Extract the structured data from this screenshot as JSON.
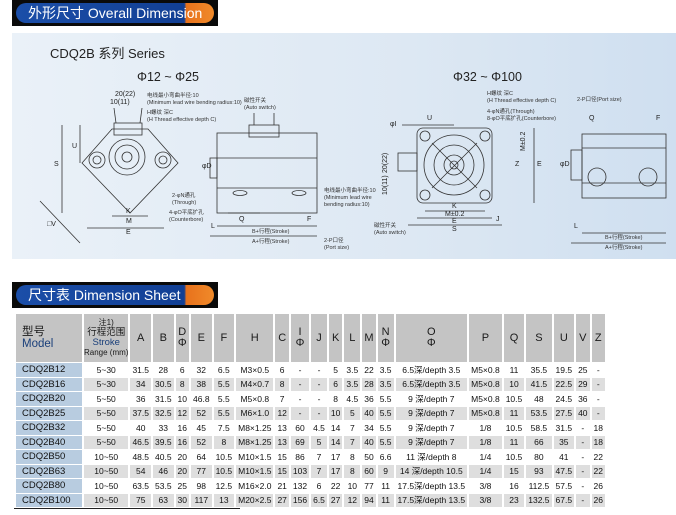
{
  "sections": {
    "overall": "外形尺寸  Overall Dimension",
    "sheet": "尺寸表  Dimension Sheet"
  },
  "drawing": {
    "series": "CDQ2B 系列 Series",
    "range_small": "Φ12 ~ Φ25",
    "range_large": "Φ32 ~ Φ100",
    "small": {
      "d20": "20(22)",
      "d10": "10(11)",
      "lead": "电线最小弯曲半径:10",
      "lead_en": "(Minimum lead wire bending radius:10)",
      "hthread": "H螺纹 深C",
      "hthread_en": "(H Thread effective depth C)",
      "auto": "磁性开关",
      "auto_en": "(Auto switch)",
      "through": "2-φN通孔",
      "through_en": "(Through)",
      "cbore": "4-φO平底扩孔",
      "cbore_en": "(Counterbore)",
      "U": "U",
      "S": "S",
      "K": "K",
      "M": "M",
      "E": "E",
      "CV": "□V",
      "D": "φD",
      "Q": "Q",
      "F": "F",
      "L": "L",
      "bstroke": "B+行程(Stroke)",
      "astroke": "A+行程(Stroke)",
      "lead2": "电线最小弯曲半径:10",
      "lead2_en": "(Minimum lead wire",
      "lead2_en2": "bending radius:10)",
      "port": "2-P口径",
      "port_en": "(Port size)"
    },
    "large": {
      "hthread": "H螺纹 深C",
      "hthread_en": "(H Thread effective depth C)",
      "through": "4-φN通孔(Through)",
      "cbore": "8-φO平底扩孔(Counterbore)",
      "port": "2-P口径(Port size)",
      "U": "U",
      "I": "φI",
      "Z": "Z",
      "Mpm": "M±0.2",
      "E": "E",
      "K": "K",
      "M2": "M±0.2",
      "E2": "E",
      "S": "S",
      "J": "J",
      "d20": "20(22)",
      "d10": "10(11)",
      "Q": "Q",
      "F": "F",
      "D": "φD",
      "L": "L",
      "bstroke": "B+行程(Stroke)",
      "astroke": "A+行程(Stroke)",
      "auto": "磁性开关",
      "auto_en": "(Auto switch)"
    }
  },
  "table": {
    "headers": {
      "model_cn": "型号",
      "model_en": "Model",
      "stroke_note": "注1)",
      "stroke_cn": "行程范围",
      "stroke_en": "Stroke",
      "stroke_unit": "Range (mm)",
      "cols": [
        [
          "",
          "A"
        ],
        [
          "",
          "B"
        ],
        [
          "D",
          "Φ"
        ],
        [
          "",
          "E"
        ],
        [
          "",
          "F"
        ],
        [
          "",
          "H"
        ],
        [
          "",
          "C"
        ],
        [
          "I",
          "Φ"
        ],
        [
          "",
          "J"
        ],
        [
          "",
          "K"
        ],
        [
          "",
          "L"
        ],
        [
          "",
          "M"
        ],
        [
          "N",
          "Φ"
        ],
        [
          "O",
          "Φ"
        ],
        [
          "",
          "P"
        ],
        [
          "",
          "Q"
        ],
        [
          "",
          "S"
        ],
        [
          "",
          "U"
        ],
        [
          "",
          "V"
        ],
        [
          "",
          "Z"
        ]
      ]
    },
    "rows": [
      [
        "CDQ2B12",
        "5~30",
        "31.5",
        "28",
        "6",
        "32",
        "6.5",
        "M3×0.5",
        "6",
        "-",
        "-",
        "5",
        "3.5",
        "22",
        "3.5",
        "6.5深/depth 3.5",
        "M5×0.8",
        "11",
        "35.5",
        "19.5",
        "25",
        "-"
      ],
      [
        "CDQ2B16",
        "5~30",
        "34",
        "30.5",
        "8",
        "38",
        "5.5",
        "M4×0.7",
        "8",
        "-",
        "-",
        "6",
        "3.5",
        "28",
        "3.5",
        "6.5深/depth 3.5",
        "M5×0.8",
        "10",
        "41.5",
        "22.5",
        "29",
        "-"
      ],
      [
        "CDQ2B20",
        "5~50",
        "36",
        "31.5",
        "10",
        "46.8",
        "5.5",
        "M5×0.8",
        "7",
        "-",
        "-",
        "8",
        "4.5",
        "36",
        "5.5",
        "9 深/depth 7",
        "M5×0.8",
        "10.5",
        "48",
        "24.5",
        "36",
        "-"
      ],
      [
        "CDQ2B25",
        "5~50",
        "37.5",
        "32.5",
        "12",
        "52",
        "5.5",
        "M6×1.0",
        "12",
        "-",
        "-",
        "10",
        "5",
        "40",
        "5.5",
        "9 深/depth 7",
        "M5×0.8",
        "11",
        "53.5",
        "27.5",
        "40",
        "-"
      ],
      [
        "CDQ2B32",
        "5~50",
        "40",
        "33",
        "16",
        "45",
        "7.5",
        "M8×1.25",
        "13",
        "60",
        "4.5",
        "14",
        "7",
        "34",
        "5.5",
        "9 深/depth 7",
        "1/8",
        "10.5",
        "58.5",
        "31.5",
        "-",
        "18"
      ],
      [
        "CDQ2B40",
        "5~50",
        "46.5",
        "39.5",
        "16",
        "52",
        "8",
        "M8×1.25",
        "13",
        "69",
        "5",
        "14",
        "7",
        "40",
        "5.5",
        "9 深/depth 7",
        "1/8",
        "11",
        "66",
        "35",
        "-",
        "18"
      ],
      [
        "CDQ2B50",
        "10~50",
        "48.5",
        "40.5",
        "20",
        "64",
        "10.5",
        "M10×1.5",
        "15",
        "86",
        "7",
        "17",
        "8",
        "50",
        "6.6",
        "11 深/depth 8",
        "1/4",
        "10.5",
        "80",
        "41",
        "-",
        "22"
      ],
      [
        "CDQ2B63",
        "10~50",
        "54",
        "46",
        "20",
        "77",
        "10.5",
        "M10×1.5",
        "15",
        "103",
        "7",
        "17",
        "8",
        "60",
        "9",
        "14 深/depth 10.5",
        "1/4",
        "15",
        "93",
        "47.5",
        "-",
        "22"
      ],
      [
        "CDQ2B80",
        "10~50",
        "63.5",
        "53.5",
        "25",
        "98",
        "12.5",
        "M16×2.0",
        "21",
        "132",
        "6",
        "22",
        "10",
        "77",
        "11",
        "17.5深/depth 13.5",
        "3/8",
        "16",
        "112.5",
        "57.5",
        "-",
        "26"
      ],
      [
        "CDQ2B100",
        "10~50",
        "75",
        "63",
        "30",
        "117",
        "13",
        "M20×2.5",
        "27",
        "156",
        "6.5",
        "27",
        "12",
        "94",
        "11",
        "17.5深/depth 13.5",
        "3/8",
        "23",
        "132.5",
        "67.5",
        "-",
        "26"
      ]
    ]
  }
}
